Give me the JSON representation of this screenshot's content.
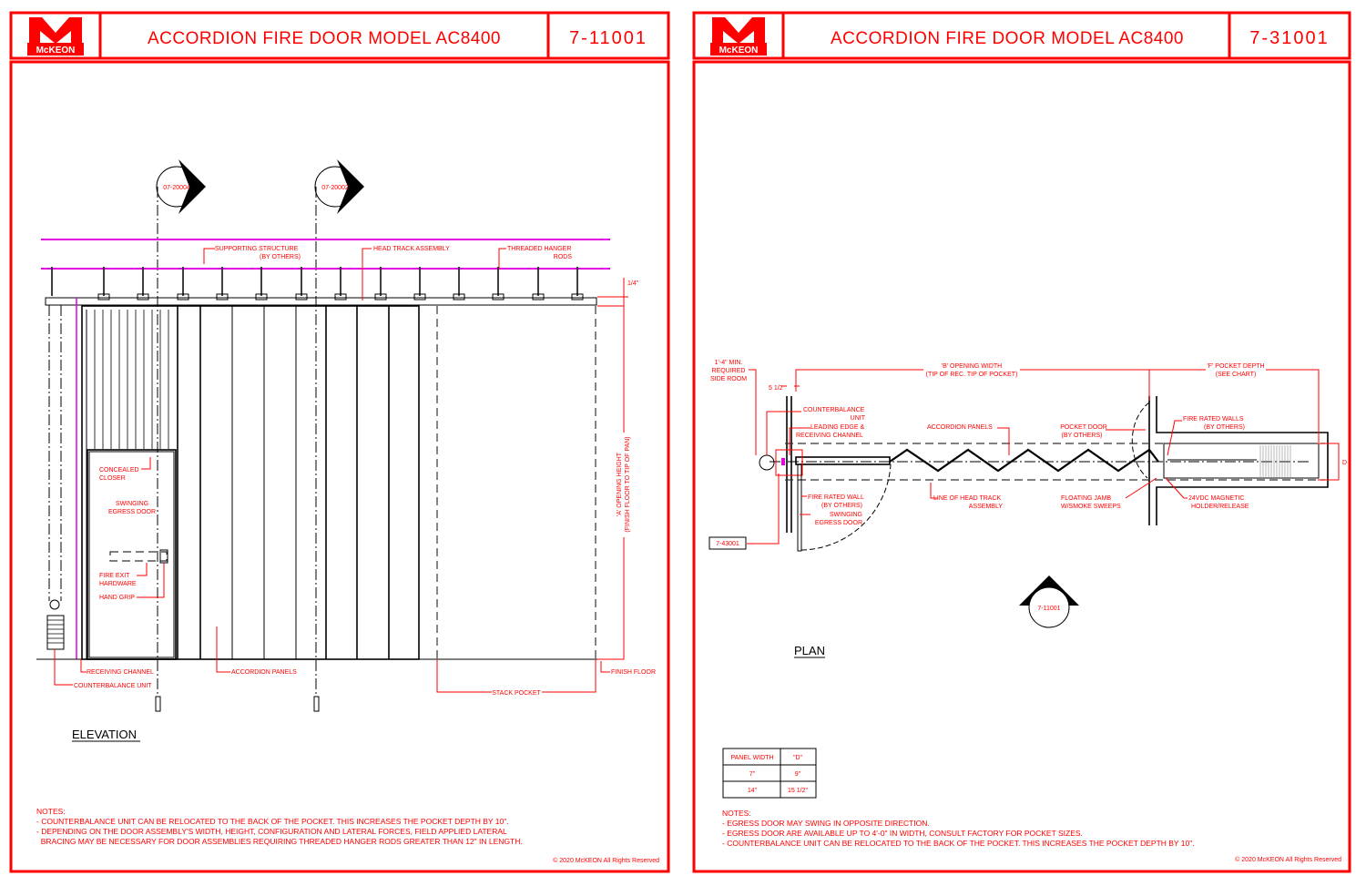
{
  "sheets": [
    {
      "logo": "McKEON",
      "title": "ACCORDION FIRE DOOR MODEL AC8400",
      "number": "7-11001",
      "view_label": "ELEVATION",
      "section_markers": [
        "07-20004",
        "07-20002"
      ],
      "callouts": {
        "supporting_structure": "SUPPORTING STRUCTURE",
        "supporting_structure_2": "(BY OTHERS)",
        "head_track": "HEAD TRACK ASSEMBLY",
        "threaded_rods": "THREADED HANGER",
        "threaded_rods_2": "RODS",
        "concealed_closer": "CONCEALED",
        "concealed_closer_2": "CLOSER",
        "swinging_door": "SWINGING",
        "swinging_door_2": "EGRESS DOOR",
        "fire_exit": "FIRE EXIT",
        "fire_exit_2": "HARDWARE",
        "hand_grip": "HAND GRIP",
        "receiving_channel": "RECEIVING CHANNEL",
        "counterbalance": "COUNTERBALANCE UNIT",
        "accordion_panels": "ACCORDION PANELS",
        "stack_pocket": "STACK POCKET",
        "finish_floor": "FINISH FLOOR",
        "opening_height": "'A' OPENING HEIGHT",
        "opening_height_2": "(FINISH FLOOR TO TIP OF PAN)",
        "dim_quarter": "1/4\""
      },
      "notes_title": "NOTES:",
      "notes": [
        "- COUNTERBALANCE UNIT CAN BE RELOCATED TO THE BACK OF THE POCKET. THIS INCREASES THE POCKET DEPTH BY 10\".",
        "- DEPENDING ON THE DOOR ASSEMBLY'S WIDTH, HEIGHT, CONFIGURATION AND LATERAL FORCES, FIELD APPLIED LATERAL",
        "  BRACING MAY BE NECESSARY FOR DOOR ASSEMBLIES REQUIRING THREADED HANGER RODS GREATER THAN 12\" IN LENGTH."
      ],
      "copyright": "© 2020 McKEON All Rights Reserved"
    },
    {
      "logo": "McKEON",
      "title": "ACCORDION FIRE DOOR MODEL AC8400",
      "number": "7-31001",
      "view_label": "PLAN",
      "section_marker": "7-11001",
      "detail_ref": "7-43001",
      "callouts": {
        "side_room": "1'-4\" MIN.",
        "side_room_2": "REQUIRED",
        "side_room_3": "SIDE ROOM",
        "opening_width": "'B' OPENING WIDTH",
        "opening_width_2": "(TIP OF REC. TIP OF POCKET)",
        "pocket_depth": "'F' POCKET DEPTH",
        "pocket_depth_2": "(SEE CHART)",
        "half_dim": "5 1/2",
        "counterbalance": "COUNTERBALANCE",
        "counterbalance_2": "UNIT",
        "leading_edge": "LEADING EDGE &",
        "leading_edge_2": "RECEIVING CHANNEL",
        "accordion_panels": "ACCORDION PANELS",
        "pocket_door": "POCKET DOOR",
        "pocket_door_2": "(BY OTHERS)",
        "fire_walls": "FIRE RATED WALLS",
        "fire_walls_2": "(BY OTHERS)",
        "fire_wall": "FIRE RATED WALL",
        "fire_wall_2": "(BY OTHERS)",
        "swinging_door": "SWINGING",
        "swinging_door_2": "EGRESS DOOR",
        "head_track": "LINE OF HEAD TRACK",
        "head_track_2": "ASSEMBLY",
        "floating_jamb": "FLOATING JAMB",
        "floating_jamb_2": "W/SMOKE SWEEPS",
        "magnetic": "24VDC MAGNETIC",
        "magnetic_2": "HOLDER/RELEASE",
        "d_dim": "D"
      },
      "table": {
        "headers": [
          "PANEL WIDTH",
          "\"D\""
        ],
        "rows": [
          [
            "7\"",
            "9\""
          ],
          [
            "14\"",
            "15 1/2\""
          ]
        ]
      },
      "notes_title": "NOTES:",
      "notes": [
        "- EGRESS DOOR MAY SWING IN OPPOSITE DIRECTION.",
        "- EGRESS DOOR ARE AVAILABLE UP TO 4'-0\" IN WIDTH, CONSULT FACTORY FOR POCKET SIZES.",
        "- COUNTERBALANCE UNIT CAN BE RELOCATED TO THE BACK OF THE POCKET. THIS INCREASES THE POCKET DEPTH BY 10\"."
      ],
      "copyright": "© 2020 McKEON All Rights Reserved"
    }
  ],
  "colors": {
    "frame": "#ff0000",
    "structure": "#e000e0",
    "line": "#000000"
  }
}
